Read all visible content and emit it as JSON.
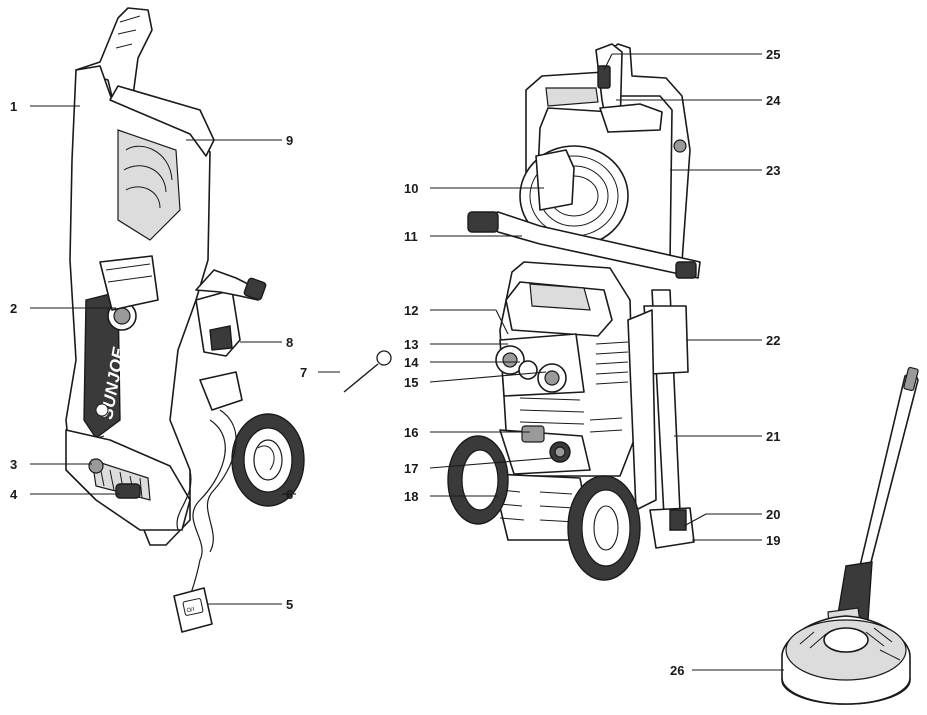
{
  "brand_text": "SUNJOE",
  "switch_label": "O/I",
  "callouts": [
    {
      "id": "1",
      "label": "1"
    },
    {
      "id": "2",
      "label": "2"
    },
    {
      "id": "3",
      "label": "3"
    },
    {
      "id": "4",
      "label": "4"
    },
    {
      "id": "5",
      "label": "5"
    },
    {
      "id": "6",
      "label": "6"
    },
    {
      "id": "7",
      "label": "7"
    },
    {
      "id": "8",
      "label": "8"
    },
    {
      "id": "9",
      "label": "9"
    },
    {
      "id": "10",
      "label": "10"
    },
    {
      "id": "11",
      "label": "11"
    },
    {
      "id": "12",
      "label": "12"
    },
    {
      "id": "13",
      "label": "13"
    },
    {
      "id": "14",
      "label": "14"
    },
    {
      "id": "15",
      "label": "15"
    },
    {
      "id": "16",
      "label": "16"
    },
    {
      "id": "17",
      "label": "17"
    },
    {
      "id": "18",
      "label": "18"
    },
    {
      "id": "19",
      "label": "19"
    },
    {
      "id": "20",
      "label": "20"
    },
    {
      "id": "21",
      "label": "21"
    },
    {
      "id": "22",
      "label": "22"
    },
    {
      "id": "23",
      "label": "23"
    },
    {
      "id": "24",
      "label": "24"
    },
    {
      "id": "25",
      "label": "25"
    },
    {
      "id": "26",
      "label": "26"
    }
  ]
}
